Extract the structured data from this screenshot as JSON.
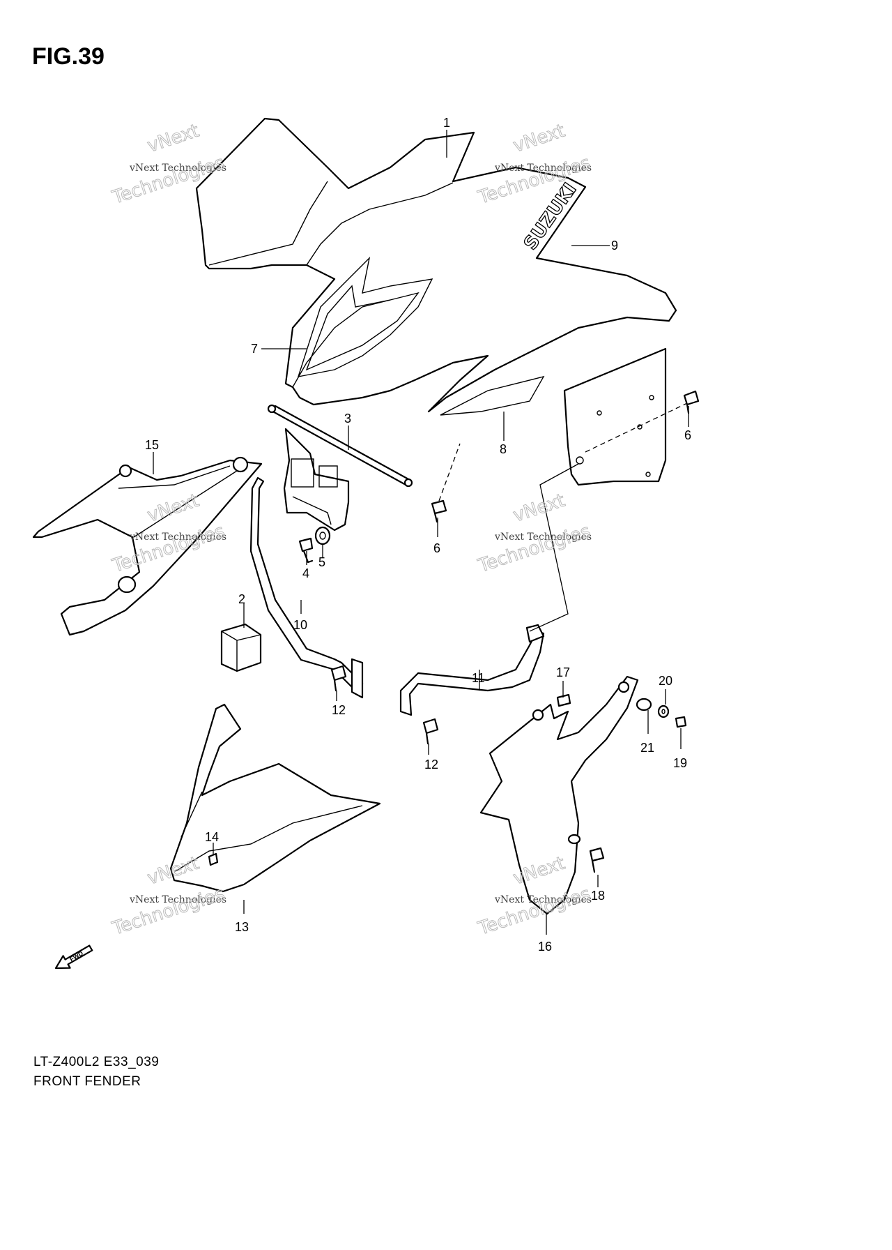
{
  "figure": {
    "title": "FIG.39"
  },
  "footer": {
    "model_code": "LT-Z400L2 E33_039",
    "name": "FRONT FENDER"
  },
  "logo_text": "SUZUKI",
  "fwd_label": "FWD",
  "watermark": {
    "small": "vNext Technologies",
    "big": "Technologies",
    "tag": "vNext"
  },
  "callouts": [
    "1",
    "2",
    "3",
    "4",
    "5",
    "6",
    "6",
    "7",
    "8",
    "9",
    "10",
    "11",
    "12",
    "12",
    "13",
    "14",
    "15",
    "16",
    "17",
    "18",
    "19",
    "20",
    "21"
  ],
  "colors": {
    "ink": "#000000",
    "paper": "#ffffff",
    "watermark": "#bbbbbb"
  }
}
